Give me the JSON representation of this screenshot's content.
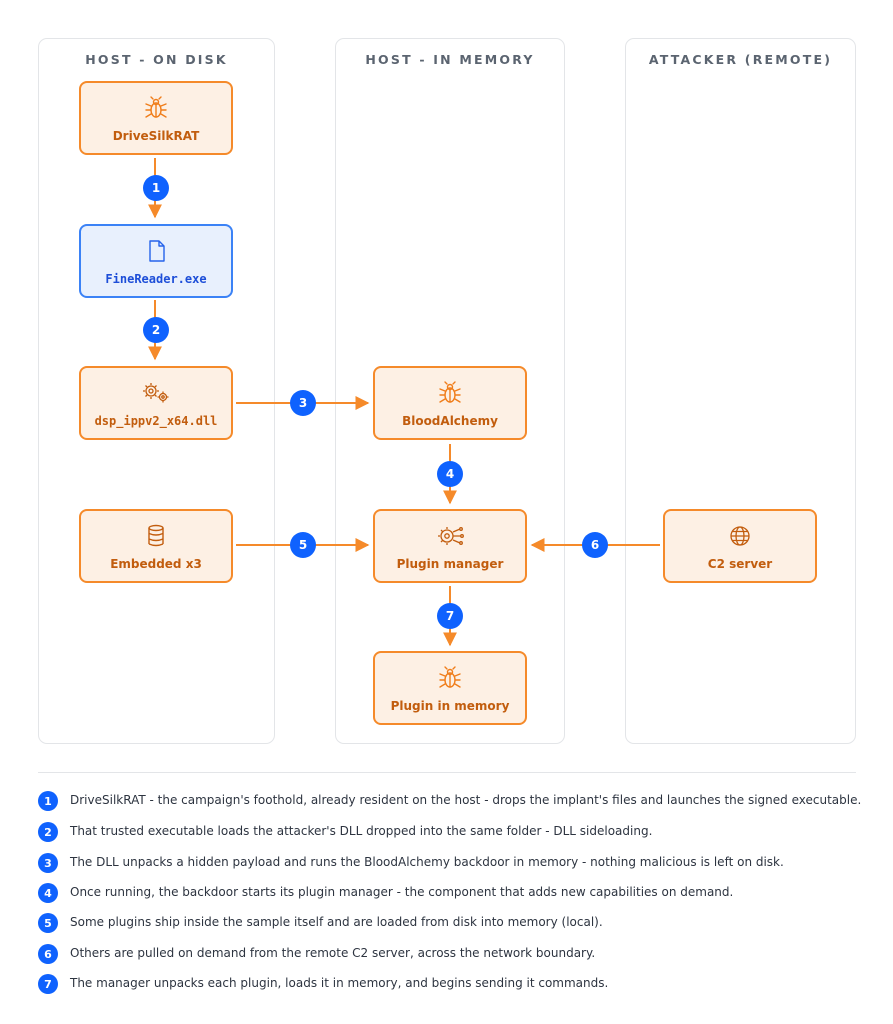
{
  "lanes": [
    {
      "title": "HOST - ON DISK"
    },
    {
      "title": "HOST - IN MEMORY"
    },
    {
      "title": "ATTACKER (REMOTE)"
    }
  ],
  "nodes": {
    "drivesilkrat": {
      "label": "DriveSilkRAT",
      "icon": "bug-icon"
    },
    "finereader": {
      "label": "FineReader.exe",
      "icon": "file-icon"
    },
    "dll": {
      "label": "dsp_ippv2_x64.dll",
      "icon": "gears-icon"
    },
    "bloodalchemy": {
      "label": "BloodAlchemy",
      "icon": "bug-icon"
    },
    "embedded": {
      "label": "Embedded x3",
      "icon": "database-icon"
    },
    "plugin_manager": {
      "label": "Plugin manager",
      "icon": "gear-network-icon"
    },
    "c2": {
      "label": "C2 server",
      "icon": "globe-icon"
    },
    "plugin_memory": {
      "label": "Plugin in memory",
      "icon": "bug-icon"
    }
  },
  "steps": [
    "1",
    "2",
    "3",
    "4",
    "5",
    "6",
    "7"
  ],
  "legend": [
    {
      "num": "1",
      "text": "DriveSilkRAT - the campaign's foothold, already resident on the host - drops the implant's files and launches the signed executable."
    },
    {
      "num": "2",
      "text": "That trusted executable loads the attacker's DLL dropped into the same folder - DLL sideloading."
    },
    {
      "num": "3",
      "text": "The DLL unpacks a hidden payload and runs the BloodAlchemy backdoor in memory - nothing malicious is left on disk."
    },
    {
      "num": "4",
      "text": "Once running, the backdoor starts its plugin manager - the component that adds new capabilities on demand."
    },
    {
      "num": "5",
      "text": "Some plugins ship inside the sample itself and are loaded from disk into memory (local)."
    },
    {
      "num": "6",
      "text": "Others are pulled on demand from the remote C2 server, across the network boundary."
    },
    {
      "num": "7",
      "text": "The manager unpacks each plugin, loads it in memory, and begins sending it commands."
    }
  ],
  "colors": {
    "accent": "#f58a2a",
    "step": "#0f62fe",
    "exe": "#3b82f6"
  }
}
